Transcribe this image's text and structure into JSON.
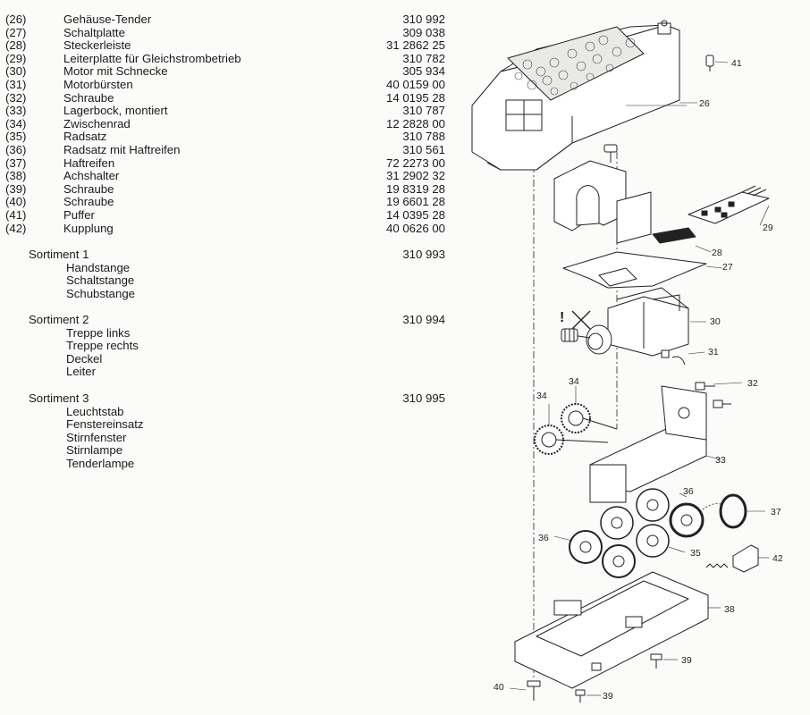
{
  "parts": [
    {
      "num": "(26)",
      "name": "Gehäuse-Tender",
      "code": "310 992"
    },
    {
      "num": "(27)",
      "name": "Schaltplatte",
      "code": "309 038"
    },
    {
      "num": "(28)",
      "name": "Steckerleiste",
      "code": "31 2862 25"
    },
    {
      "num": "(29)",
      "name": "Leiterplatte für Gleichstrombetrieb",
      "code": "310 782"
    },
    {
      "num": "(30)",
      "name": "Motor mit Schnecke",
      "code": "305 934"
    },
    {
      "num": "(31)",
      "name": "Motorbürsten",
      "code": "40 0159 00"
    },
    {
      "num": "(32)",
      "name": "Schraube",
      "code": "14 0195 28"
    },
    {
      "num": "(33)",
      "name": "Lagerbock, montiert",
      "code": "310 787"
    },
    {
      "num": "(34)",
      "name": "Zwischenrad",
      "code": "12 2828 00"
    },
    {
      "num": "(35)",
      "name": "Radsatz",
      "code": "310 788"
    },
    {
      "num": "(36)",
      "name": "Radsatz mit Haftreifen",
      "code": "310 561"
    },
    {
      "num": "(37)",
      "name": "Haftreifen",
      "code": "72 2273 00"
    },
    {
      "num": "(38)",
      "name": "Achshalter",
      "code": "31 2902 32"
    },
    {
      "num": "(39)",
      "name": "Schraube",
      "code": "19 8319 28"
    },
    {
      "num": "(40)",
      "name": "Schraube",
      "code": "19 6601 28"
    },
    {
      "num": "(41)",
      "name": "Puffer",
      "code": "14 0395 28"
    },
    {
      "num": "(42)",
      "name": "Kupplung",
      "code": "40 0626 00"
    }
  ],
  "sortiments": [
    {
      "title": "Sortiment 1",
      "code": "310 993",
      "items": [
        "Handstange",
        "Schaltstange",
        "Schubstange"
      ]
    },
    {
      "title": "Sortiment 2",
      "code": "310 994",
      "items": [
        "Treppe links",
        "Treppe rechts",
        "Deckel",
        "Leiter"
      ]
    },
    {
      "title": "Sortiment 3",
      "code": "310 995",
      "items": [
        "Leuchtstab",
        "Fenstereinsatz",
        "Stirnfenster",
        "Stirnlampe",
        "Tenderlampe"
      ]
    }
  ],
  "callouts": {
    "c26": "26",
    "c27": "27",
    "c28": "28",
    "c29": "29",
    "c30": "30",
    "c31": "31",
    "c32": "32",
    "c33": "33",
    "c34a": "34",
    "c34b": "34",
    "c35": "35",
    "c36a": "36",
    "c36b": "36",
    "c37": "37",
    "c38": "38",
    "c39a": "39",
    "c39b": "39",
    "c40": "40",
    "c41": "41",
    "c42": "42"
  }
}
